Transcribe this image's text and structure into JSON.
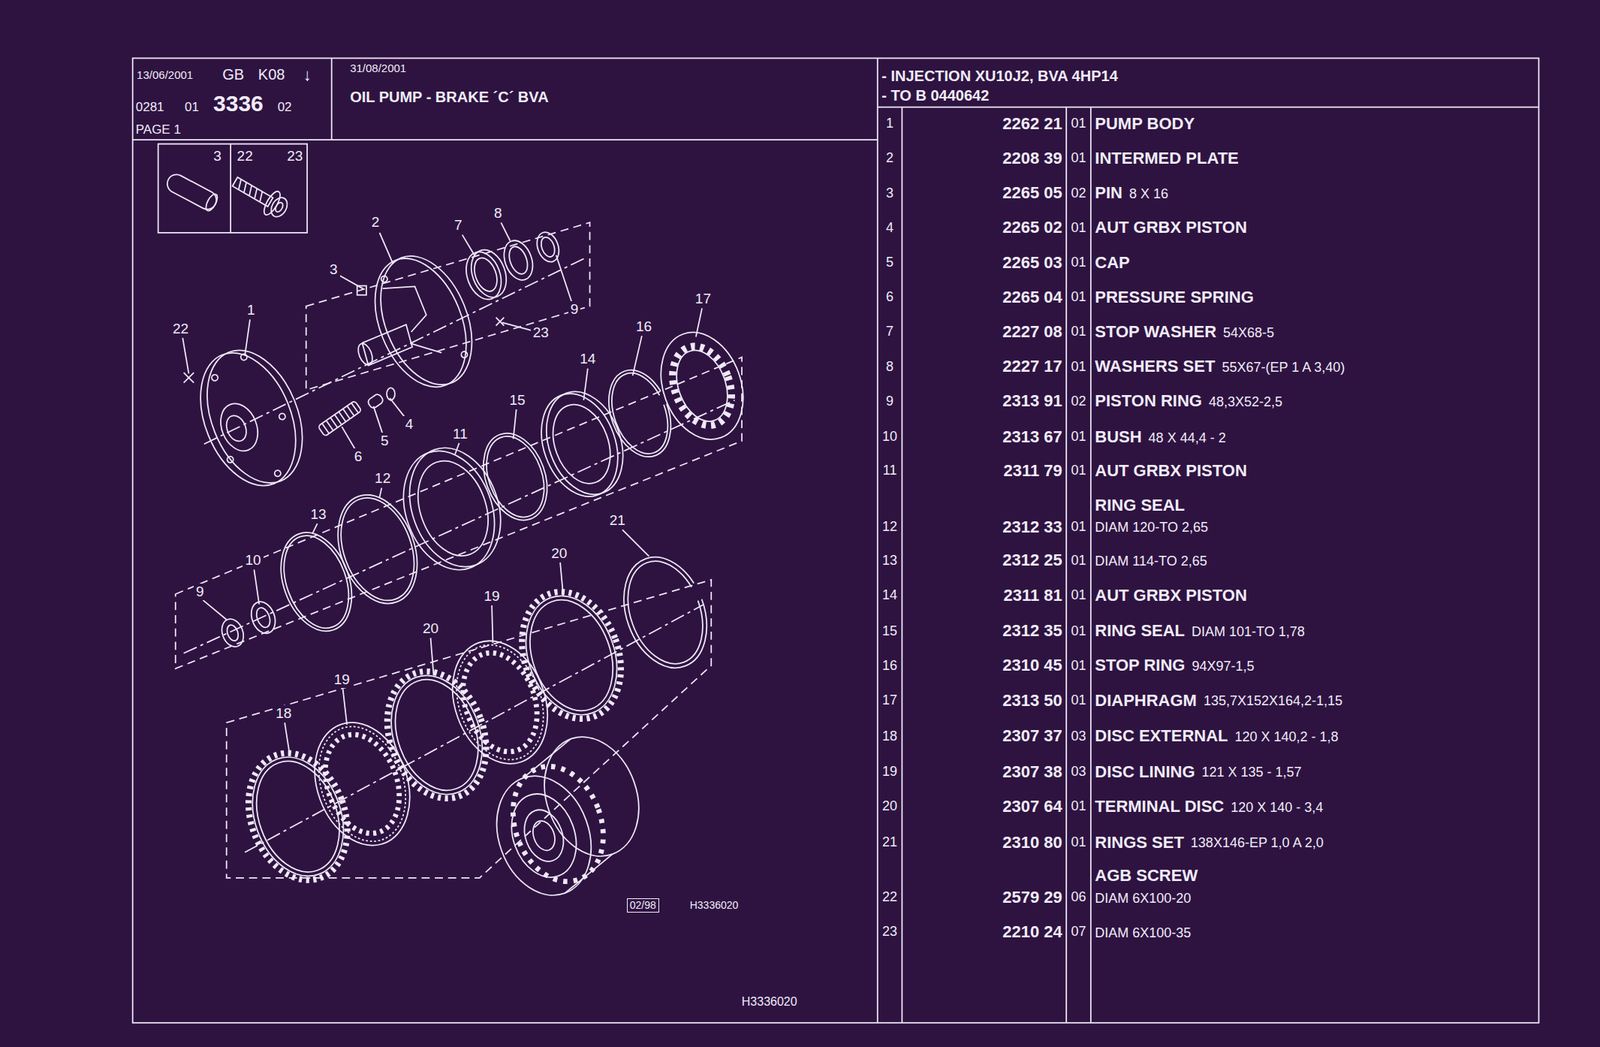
{
  "diagram": {
    "title": "OIL PUMP - BRAKE ´C´ BVA",
    "nodes": [
      {
        "text": [
          "13/06/2001",
          "GB",
          "K08",
          "↓",
          "0281",
          "01",
          "3336",
          "02",
          "PAGE 1"
        ]
      },
      {
        "text": [
          "31/08/2001"
        ]
      },
      {
        "text": [
          "- INJECTION XU10J2, BVA 4HP14",
          "- TO B 0440642"
        ]
      },
      {
        "text": [
          "3"
        ]
      },
      {
        "text": [
          "22",
          "23"
        ]
      }
    ],
    "labels": [
      "1",
      "2262 21",
      "01",
      "PUMP BODY",
      "2",
      "2208 39",
      "01",
      "INTERMED PLATE",
      "3",
      "2265 05",
      "02",
      "PIN",
      "8 X 16",
      "4",
      "2265 02",
      "01",
      "AUT GRBX PISTON",
      "5",
      "2265 03",
      "01",
      "CAP",
      "6",
      "2265 04",
      "01",
      "PRESSURE SPRING",
      "7",
      "2227 08",
      "01",
      "STOP WASHER",
      "54X68-5",
      "8",
      "2227 17",
      "01",
      "WASHERS SET",
      "55X67-(EP 1 A 3,40)",
      "9",
      "2313 91",
      "02",
      "PISTON RING",
      "48,3X52-2,5",
      "10",
      "2313 67",
      "01",
      "BUSH",
      "48 X 44,4 - 2",
      "11",
      "2311 79",
      "01",
      "AUT GRBX PISTON",
      "RING SEAL",
      "12",
      "2312 33",
      "01",
      "DIAM 120-TO 2,65",
      "13",
      "2312 25",
      "01",
      "DIAM 114-TO 2,65",
      "14",
      "2311 81",
      "01",
      "AUT GRBX PISTON",
      "15",
      "2312 35",
      "01",
      "RING SEAL",
      "DIAM 101-TO 1,78",
      "16",
      "2310 45",
      "01",
      "STOP RING",
      "94X97-1,5",
      "17",
      "2313 50",
      "01",
      "DIAPHRAGM",
      "135,7X152X164,2-1,15",
      "18",
      "2307 37",
      "03",
      "DISC EXTERNAL",
      "120 X 140,2 - 1,8",
      "19",
      "2307 38",
      "03",
      "DISC LINING",
      "121 X 135 - 1,57",
      "20",
      "2307 64",
      "01",
      "TERMINAL DISC",
      "120 X 140 - 3,4",
      "21",
      "2310 80",
      "01",
      "RINGS SET",
      "138X146-EP 1,0 A 2,0",
      "AGB SCREW",
      "22",
      "2579 29",
      "06",
      "DIAM 6X100-20",
      "23",
      "2210 24",
      "07",
      "DIAM 6X100-35",
      "3",
      "2",
      "7",
      "8",
      "9",
      "23",
      "22",
      "1",
      "17",
      "16",
      "14",
      "15",
      "11",
      "12",
      "13",
      "10",
      "9",
      "6",
      "5",
      "4",
      "21",
      "20",
      "19",
      "20",
      "19",
      "18",
      "02/98",
      "H3336020",
      "H3336020"
    ]
  }
}
